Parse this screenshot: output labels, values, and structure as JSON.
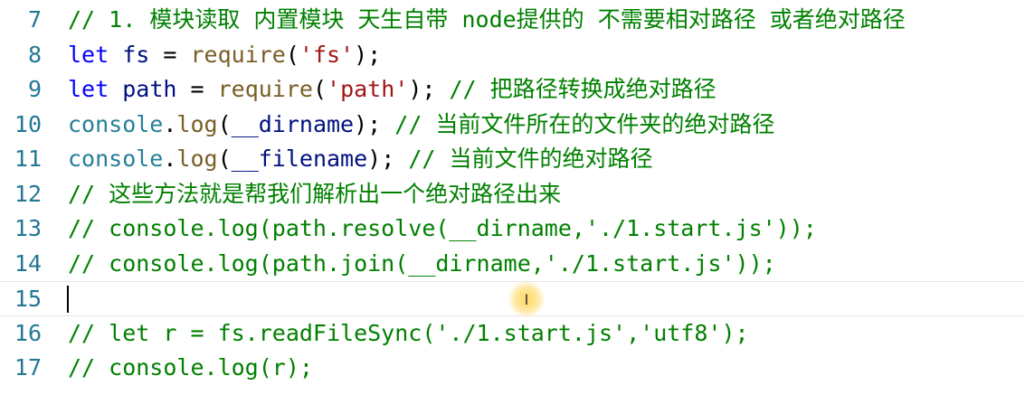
{
  "editor": {
    "lines": [
      {
        "number": "7",
        "tokens": [
          {
            "t": "// 1. 模块读取 内置模块 天生自带 node提供的 不需要相对路径 或者绝对路径",
            "c": "comment"
          }
        ]
      },
      {
        "number": "8",
        "tokens": [
          {
            "t": "let",
            "c": "keyword"
          },
          {
            "t": " ",
            "c": "punct"
          },
          {
            "t": "fs",
            "c": "ident"
          },
          {
            "t": " = ",
            "c": "punct"
          },
          {
            "t": "require",
            "c": "func"
          },
          {
            "t": "(",
            "c": "punct"
          },
          {
            "t": "'fs'",
            "c": "string"
          },
          {
            "t": ");",
            "c": "punct"
          }
        ]
      },
      {
        "number": "9",
        "tokens": [
          {
            "t": "let",
            "c": "keyword"
          },
          {
            "t": " ",
            "c": "punct"
          },
          {
            "t": "path",
            "c": "ident"
          },
          {
            "t": " = ",
            "c": "punct"
          },
          {
            "t": "require",
            "c": "func"
          },
          {
            "t": "(",
            "c": "punct"
          },
          {
            "t": "'path'",
            "c": "string"
          },
          {
            "t": "); ",
            "c": "punct"
          },
          {
            "t": "// 把路径转换成绝对路径",
            "c": "comment"
          }
        ]
      },
      {
        "number": "10",
        "tokens": [
          {
            "t": "console",
            "c": "obj"
          },
          {
            "t": ".",
            "c": "punct"
          },
          {
            "t": "log",
            "c": "func"
          },
          {
            "t": "(",
            "c": "punct"
          },
          {
            "t": "__dirname",
            "c": "ident"
          },
          {
            "t": "); ",
            "c": "punct"
          },
          {
            "t": "// 当前文件所在的文件夹的绝对路径",
            "c": "comment"
          }
        ]
      },
      {
        "number": "11",
        "tokens": [
          {
            "t": "console",
            "c": "obj"
          },
          {
            "t": ".",
            "c": "punct"
          },
          {
            "t": "log",
            "c": "func"
          },
          {
            "t": "(",
            "c": "punct"
          },
          {
            "t": "__filename",
            "c": "ident"
          },
          {
            "t": "); ",
            "c": "punct"
          },
          {
            "t": "// 当前文件的绝对路径",
            "c": "comment"
          }
        ]
      },
      {
        "number": "12",
        "tokens": [
          {
            "t": "// 这些方法就是帮我们解析出一个绝对路径出来",
            "c": "comment"
          }
        ]
      },
      {
        "number": "13",
        "tokens": [
          {
            "t": "// console.log(path.resolve(__dirname,'./1.start.js'));",
            "c": "comment"
          }
        ]
      },
      {
        "number": "14",
        "tokens": [
          {
            "t": "// console.log(path.join(__dirname,'./1.start.js'));",
            "c": "comment"
          }
        ]
      },
      {
        "number": "15",
        "tokens": [],
        "current": true
      },
      {
        "number": "16",
        "tokens": [
          {
            "t": "// let r = fs.readFileSync('./1.start.js','utf8');",
            "c": "comment"
          }
        ]
      },
      {
        "number": "17",
        "tokens": [
          {
            "t": "// console.log(r);",
            "c": "comment"
          }
        ]
      }
    ],
    "cursor_glyph": "I"
  }
}
